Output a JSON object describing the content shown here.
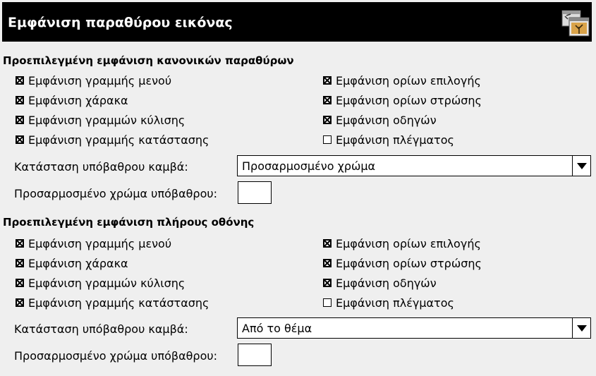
{
  "header": {
    "title": "Εμφάνιση παραθύρου εικόνας",
    "icon": "image-window-icon"
  },
  "normal": {
    "title": "Προεπιλεγμένη εμφάνιση κανονικών παραθύρων",
    "left": [
      {
        "label": "Εμφάνιση γραμμής μενού",
        "checked": true
      },
      {
        "label": "Εμφάνιση χάρακα",
        "checked": true
      },
      {
        "label": "Εμφάνιση γραμμών κύλισης",
        "checked": true
      },
      {
        "label": "Εμφάνιση γραμμής κατάστασης",
        "checked": true
      }
    ],
    "right": [
      {
        "label": "Εμφάνιση ορίων επιλογής",
        "checked": true
      },
      {
        "label": "Εμφάνιση ορίων στρώσης",
        "checked": true
      },
      {
        "label": "Εμφάνιση οδηγών",
        "checked": true
      },
      {
        "label": "Εμφάνιση πλέγματος",
        "checked": false
      }
    ],
    "canvas_mode_label": "Κατάσταση υπόβαθρου καμβά:",
    "canvas_mode_value": "Προσαρμοσμένο χρώμα",
    "custom_color_label": "Προσαρμοσμένο χρώμα υπόβαθρου:",
    "custom_color": "#ffffff"
  },
  "fullscreen": {
    "title": "Προεπιλεγμένη εμφάνιση πλήρους οθόνης",
    "left": [
      {
        "label": "Εμφάνιση γραμμής μενού",
        "checked": true
      },
      {
        "label": "Εμφάνιση χάρακα",
        "checked": true
      },
      {
        "label": "Εμφάνιση γραμμών κύλισης",
        "checked": true
      },
      {
        "label": "Εμφάνιση γραμμής κατάστασης",
        "checked": true
      }
    ],
    "right": [
      {
        "label": "Εμφάνιση ορίων επιλογής",
        "checked": true
      },
      {
        "label": "Εμφάνιση ορίων στρώσης",
        "checked": true
      },
      {
        "label": "Εμφάνιση οδηγών",
        "checked": true
      },
      {
        "label": "Εμφάνιση πλέγματος",
        "checked": false
      }
    ],
    "canvas_mode_label": "Κατάσταση υπόβαθρου καμβά:",
    "canvas_mode_value": "Από το θέμα",
    "custom_color_label": "Προσαρμοσμένο χρώμα υπόβαθρου:",
    "custom_color": "#ffffff"
  }
}
